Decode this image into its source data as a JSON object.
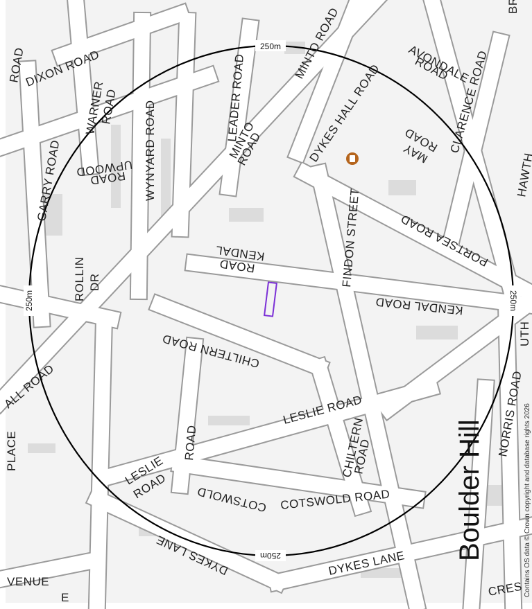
{
  "map": {
    "area_name": "Boulder Hill",
    "attribution": "Contains OS data © Crown copyright and database rights 2026",
    "radius_label": "250m",
    "colors": {
      "background": "#f3f3f3",
      "block": "#e8e8e8",
      "road": "#ffffff",
      "road_edge": "#9a9a9a",
      "site_outline": "#7b2fd6",
      "radius_circle": "#000000",
      "poi": "#b5651d"
    },
    "poi_icon": "pub-icon",
    "roads": {
      "dixon": "DIXON ROAD",
      "warner_1": "WARNER",
      "warner_2": "ROAD",
      "garry": "GARRY ROAD",
      "upwood_1": "UPWOOD",
      "upwood_2": "ROAD",
      "wynyard": "WYNYARD ROAD",
      "leader": "LEADER ROAD",
      "minto_top": "MINTO ROAD",
      "minto_1": "MINTO",
      "minto_2": "ROAD",
      "dykes_hall": "DYKES HALL ROAD",
      "avondale_1": "AVONDALE",
      "avondale_2": "ROAD",
      "clarence": "CLARENCE ROAD",
      "may_1": "MAY",
      "may_2": "ROAD",
      "hawth": "HAWTH",
      "portsea": "PORTSEA ROAD",
      "findon": "FINDON STREET",
      "kendal_1": "KENDAL",
      "kendal_2": "ROAD",
      "kendal_east": "KENDAL ROAD",
      "rollin_1": "ROLLIN",
      "rollin_2": "DR",
      "chiltern": "CHILTERN ROAD",
      "hall_road": "ALL ROAD",
      "leslie": "LESLIE ROAD",
      "leslie_w_1": "LESLIE",
      "leslie_w_2": "ROAD",
      "road_v": "ROAD",
      "chiltern_v_1": "CHILTERN",
      "chiltern_v_2": "ROAD",
      "cotswold_1": "COTSWOLD",
      "cotswold_2": "COTSWOLD ROAD",
      "norris": "NORRIS ROAD",
      "dykes_lane_w": "DYKES LANE",
      "dykes_lane_e": "DYKES LANE",
      "place": "PLACE",
      "avenue": "VENUE",
      "bri": "BRI",
      "iuth": "UTH",
      "e_frag": "E",
      "cres": "CRES",
      "road_frag": "ROAD"
    }
  }
}
